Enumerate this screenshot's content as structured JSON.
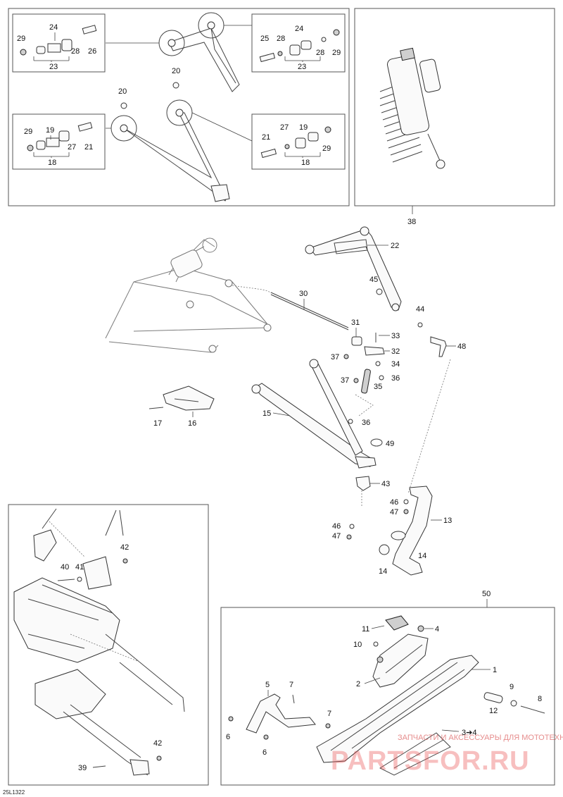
{
  "diagram_code": "25L1322",
  "watermark": {
    "caption": "ЗАПЧАСТИ И АКСЕССУАРЫ ДЛЯ МОТОТЕХНИКИ",
    "logo": "PARTSFOR.RU"
  },
  "callouts": {
    "c29a": "29",
    "c24a": "24",
    "c28a": "28",
    "c26": "26",
    "c23a": "23",
    "c25": "25",
    "c28b": "28",
    "c24b": "24",
    "c28c": "28",
    "c29b": "29",
    "c23b": "23",
    "c20a": "20",
    "c20b": "20",
    "c29c": "29",
    "c19a": "19",
    "c27a": "27",
    "c21a": "21",
    "c18a": "18",
    "c21b": "21",
    "c27b": "27",
    "c19b": "19",
    "c29d": "29",
    "c18b": "18",
    "c38": "38",
    "c22": "22",
    "c45": "45",
    "c30": "30",
    "c44": "44",
    "c31": "31",
    "c33": "33",
    "c48": "48",
    "c32": "32",
    "c37a": "37",
    "c34": "34",
    "c37b": "37",
    "c35": "35",
    "c36a": "36",
    "c15": "15",
    "c36b": "36",
    "c49": "49",
    "c17": "17",
    "c16": "16",
    "c43": "43",
    "c46a": "46",
    "c47a": "47",
    "c13": "13",
    "c46b": "46",
    "c47b": "47",
    "c14a": "14",
    "c14b": "14",
    "c42a": "42",
    "c40": "40",
    "c41": "41",
    "c42b": "42",
    "c39": "39",
    "c50": "50",
    "c11": "11",
    "c4": "4",
    "c10": "10",
    "c1": "1",
    "c2": "2",
    "c5": "5",
    "c7a": "7",
    "c9": "9",
    "c8": "8",
    "c12": "12",
    "c7b": "7",
    "c6a": "6",
    "c3": "3",
    "c6b": "6"
  },
  "ref_note": {
    "from": "3",
    "to": "4"
  }
}
